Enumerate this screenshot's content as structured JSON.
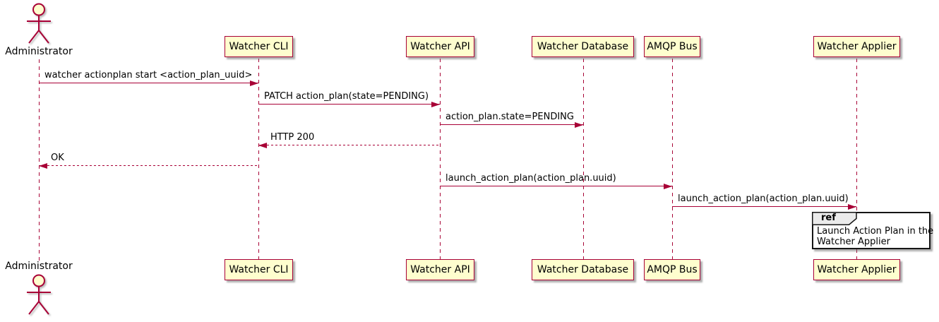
{
  "participants": [
    {
      "name": "Administrator",
      "kind": "actor"
    },
    {
      "name": "Watcher CLI",
      "kind": "participant"
    },
    {
      "name": "Watcher API",
      "kind": "participant"
    },
    {
      "name": "Watcher Database",
      "kind": "participant"
    },
    {
      "name": "AMQP Bus",
      "kind": "participant"
    },
    {
      "name": "Watcher Applier",
      "kind": "participant"
    }
  ],
  "messages": [
    {
      "label": "watcher actionplan start <action_plan_uuid>",
      "from": "Administrator",
      "to": "Watcher CLI",
      "line": "solid",
      "direction": "right"
    },
    {
      "label": "PATCH action_plan(state=PENDING)",
      "from": "Watcher CLI",
      "to": "Watcher API",
      "line": "solid",
      "direction": "right"
    },
    {
      "label": "action_plan.state=PENDING",
      "from": "Watcher API",
      "to": "Watcher Database",
      "line": "solid",
      "direction": "right"
    },
    {
      "label": "HTTP 200",
      "from": "Watcher API",
      "to": "Watcher CLI",
      "line": "dotted",
      "direction": "left"
    },
    {
      "label": "OK",
      "from": "Watcher CLI",
      "to": "Administrator",
      "line": "dotted",
      "direction": "left"
    },
    {
      "label": "launch_action_plan(action_plan.uuid)",
      "from": "Watcher API",
      "to": "AMQP Bus",
      "line": "solid",
      "direction": "right"
    },
    {
      "label": "launch_action_plan(action_plan.uuid)",
      "from": "AMQP Bus",
      "to": "Watcher Applier",
      "line": "solid",
      "direction": "right"
    }
  ],
  "ref": {
    "keyword": "ref",
    "line1": "Launch Action Plan in the",
    "line2": "Watcher Applier",
    "over": "Watcher Applier"
  },
  "colors": {
    "participant_fill": "#FEFECE",
    "participant_border": "#A80036",
    "lifeline": "#A80036",
    "arrow": "#A80036",
    "message_text": "#000000",
    "ref_border": "#000000",
    "ref_tag_fill": "#EBEBEB",
    "background": "#FFFFFF"
  }
}
